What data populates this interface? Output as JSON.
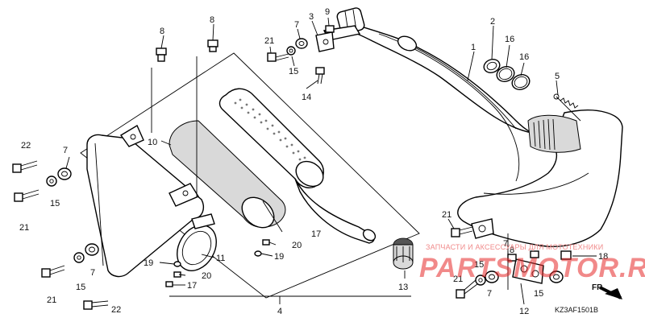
{
  "diagram": {
    "drawing_code": "KZ3AF1501B",
    "direction_label": "FR."
  },
  "callouts": {
    "c1": "1",
    "c2": "2",
    "c3": "3",
    "c4": "4",
    "c5": "5",
    "c7a": "7",
    "c7b": "7",
    "c7c": "7",
    "c7d": "7",
    "c7e": "7",
    "c8a": "8",
    "c8b": "8",
    "c8c": "8",
    "c9": "9",
    "c10": "10",
    "c11": "11",
    "c12": "12",
    "c13": "13",
    "c14": "14",
    "c15a": "15",
    "c15b": "15",
    "c15c": "15",
    "c15d": "15",
    "c15e": "15",
    "c16a": "16",
    "c16b": "16",
    "c17a": "17",
    "c17b": "17",
    "c18": "18",
    "c19a": "19",
    "c19b": "19",
    "c20a": "20",
    "c20b": "20",
    "c21a": "21",
    "c21b": "21",
    "c21c": "21",
    "c21d": "21",
    "c21e": "21",
    "c22a": "22",
    "c22b": "22"
  },
  "watermark": {
    "tagline": "ЗАПЧАСТИ И АКСЕССУАРЫ ДЛЯ МОТОТЕХНИКИ",
    "brand": "PARTSMOTOR.RU"
  }
}
